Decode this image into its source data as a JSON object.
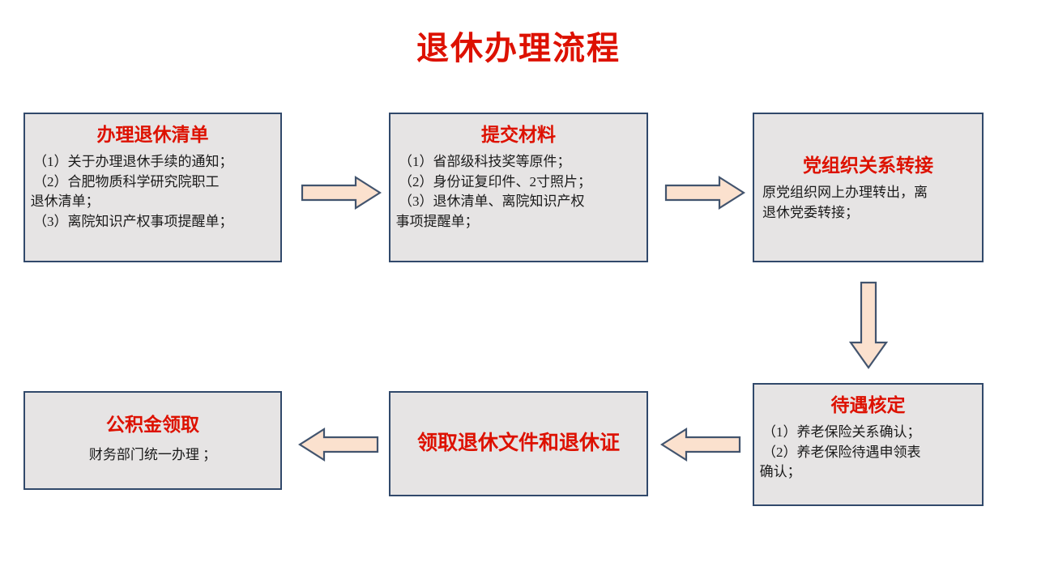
{
  "page": {
    "title": "退休办理流程",
    "title_color": "#DD1100",
    "background": "#FFFFFF"
  },
  "theme": {
    "box_fill": "#E6E4E4",
    "box_border": "#31496B",
    "heading_red": "#DD1100",
    "body_black": "#1A1A1A",
    "arrow_fill": "#FBE1CE",
    "arrow_border": "#42546E"
  },
  "boxes": [
    {
      "id": "retire-checklist",
      "order": 1,
      "heading": "办理退休清单",
      "lines": [
        "（1）关于办理退休手续的通知；",
        "（2）合肥物质科学研究院职工",
        "退休清单；",
        "（3）离院知识产权事项提醒单；"
      ]
    },
    {
      "id": "submit-materials",
      "order": 2,
      "heading": "提交材料",
      "lines": [
        "（1）省部级科技奖等原件；",
        "（2）身份证复印件、2寸照片；",
        "（3）退休清单、离院知识产权",
        "事项提醒单；"
      ]
    },
    {
      "id": "party-transfer",
      "order": 3,
      "heading": "党组织关系转接",
      "lines": [
        "原党组织网上办理转出，离",
        "退休党委转接；"
      ]
    },
    {
      "id": "benefit-approval",
      "order": 4,
      "heading": "待遇核定",
      "lines": [
        "（1）养老保险关系确认；",
        "（2）养老保险待遇申领表",
        "确认；"
      ]
    },
    {
      "id": "receive-docs",
      "order": 5,
      "heading": "领取退休文件和退休证",
      "lines": []
    },
    {
      "id": "fund-withdraw",
      "order": 6,
      "heading": "公积金领取",
      "lines": [
        "财务部门统一办理 ；"
      ]
    }
  ],
  "arrows": [
    {
      "id": "arrow-1",
      "direction": "right",
      "from": "retire-checklist",
      "to": "submit-materials"
    },
    {
      "id": "arrow-2",
      "direction": "right",
      "from": "submit-materials",
      "to": "party-transfer"
    },
    {
      "id": "arrow-3",
      "direction": "down",
      "from": "party-transfer",
      "to": "benefit-approval"
    },
    {
      "id": "arrow-4",
      "direction": "left",
      "from": "benefit-approval",
      "to": "receive-docs"
    },
    {
      "id": "arrow-5",
      "direction": "left",
      "from": "receive-docs",
      "to": "fund-withdraw"
    }
  ]
}
